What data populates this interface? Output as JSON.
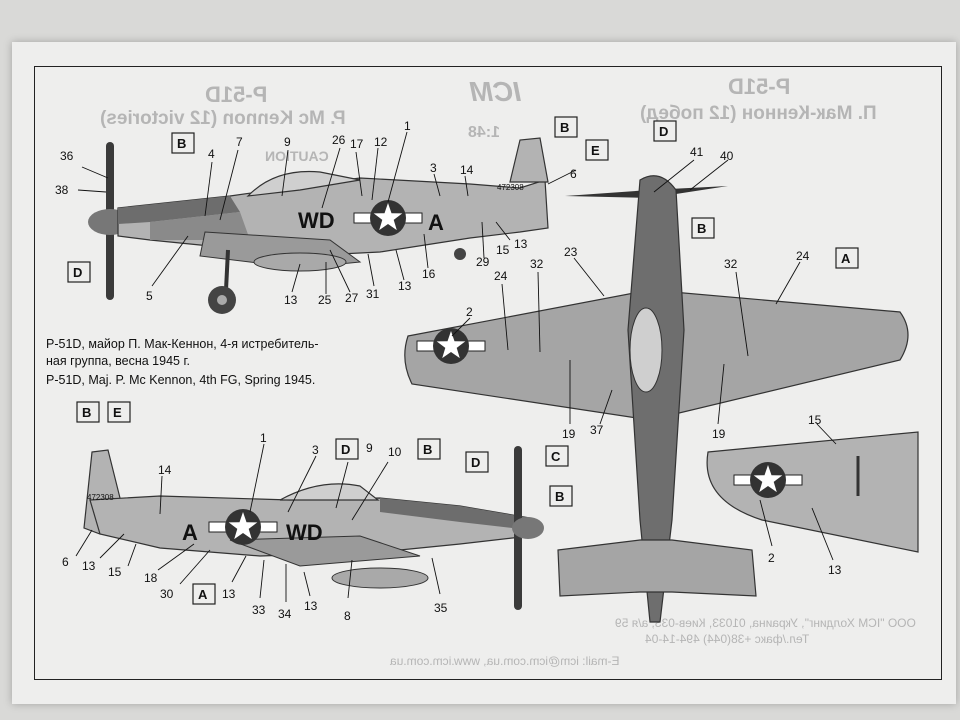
{
  "sheet": {
    "caption_ru_1": "P-51D, майор П. Мак-Кеннон, 4-я истребитель-",
    "caption_ru_2": "ная группа, весна 1945 г.",
    "caption_en": "P-51D, Maj. P. Mc Kennon, 4th FG, Spring 1945."
  },
  "bleed": {
    "model": "P-51D",
    "title_ru": "П. Мак-Кеннон (12 побед)",
    "title_en": "P. Mc Kennon (12 victories)",
    "scale": "1:48",
    "brand": "ICM",
    "caution": "CAUTION",
    "footer_1": "OOO \"ICM Холдинг\", Украина, 01033, Киев-033, а/я 59",
    "footer_2": "Тел./факс +38(044) 494-14-04",
    "footer_3": "E-mail: icm@icm.com.ua, www.icm.com.ua"
  },
  "aircraft": {
    "code_left": "WD",
    "code_right": "A",
    "serial": "472308"
  },
  "decal_boxes": [
    "B",
    "E",
    "D",
    "A",
    "C"
  ],
  "callouts": [
    "1",
    "2",
    "3",
    "4",
    "5",
    "6",
    "7",
    "8",
    "9",
    "10",
    "12",
    "13",
    "14",
    "15",
    "16",
    "17",
    "18",
    "19",
    "23",
    "24",
    "25",
    "26",
    "27",
    "29",
    "30",
    "31",
    "32",
    "33",
    "34",
    "35",
    "36",
    "37",
    "38",
    "40",
    "41"
  ]
}
